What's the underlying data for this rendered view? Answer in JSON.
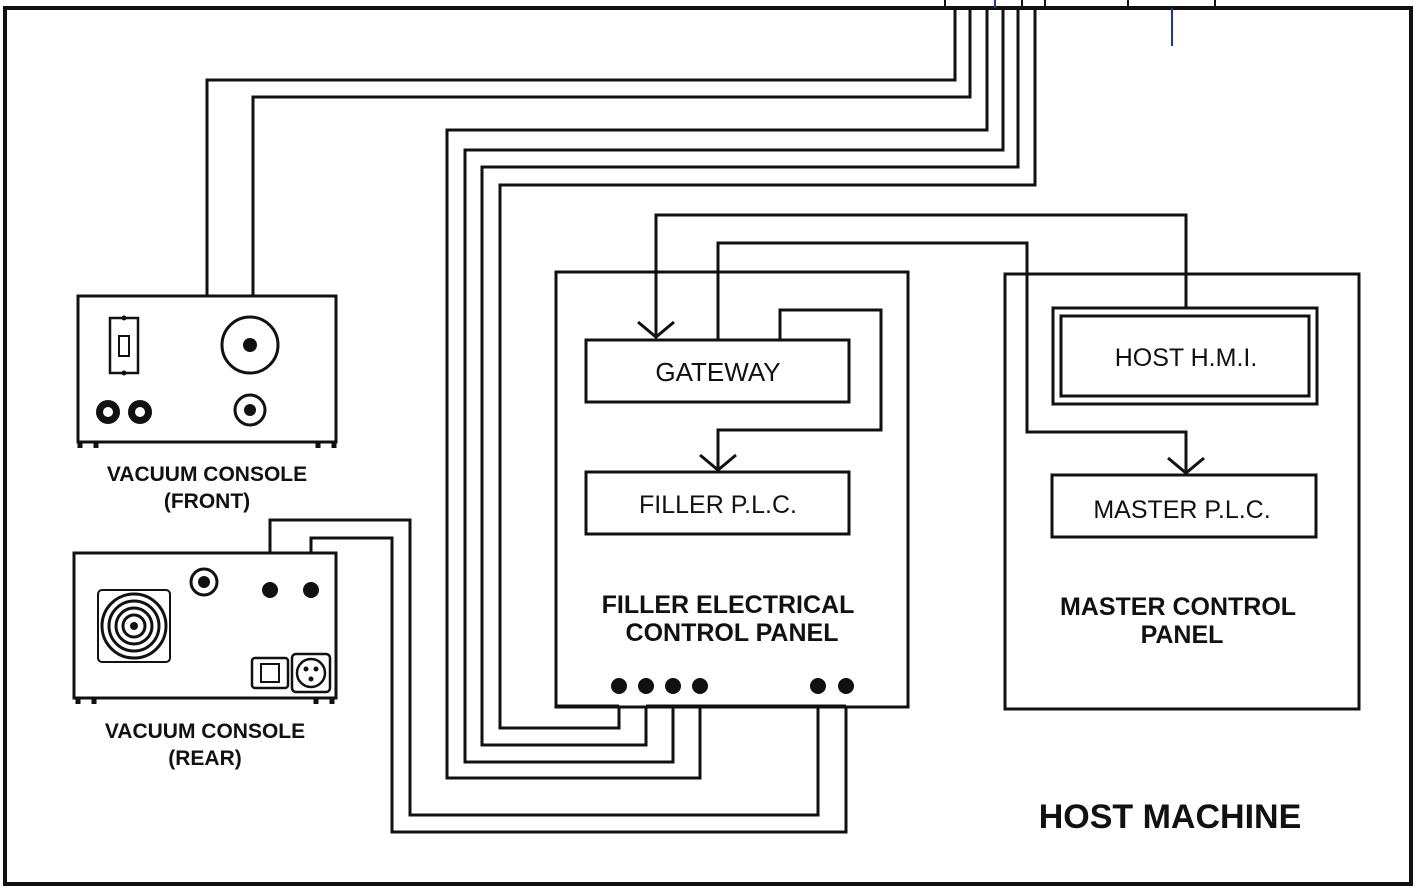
{
  "labels": {
    "vacuum_front": [
      "VACUUM CONSOLE",
      "(FRONT)"
    ],
    "vacuum_rear": [
      "VACUUM CONSOLE",
      "(REAR)"
    ],
    "gateway": "GATEWAY",
    "filler_plc": "FILLER P.L.C.",
    "filler_panel": [
      "FILLER ELECTRICAL",
      "CONTROL PANEL"
    ],
    "host_hmi": "HOST H.M.I.",
    "master_plc": "MASTER P.L.C.",
    "master_panel": [
      "MASTER CONTROL",
      "PANEL"
    ],
    "host_machine": "HOST MACHINE"
  },
  "colors": {
    "ink": "#111111",
    "accent_line": "#1a3a8a",
    "background": "#ffffff"
  }
}
